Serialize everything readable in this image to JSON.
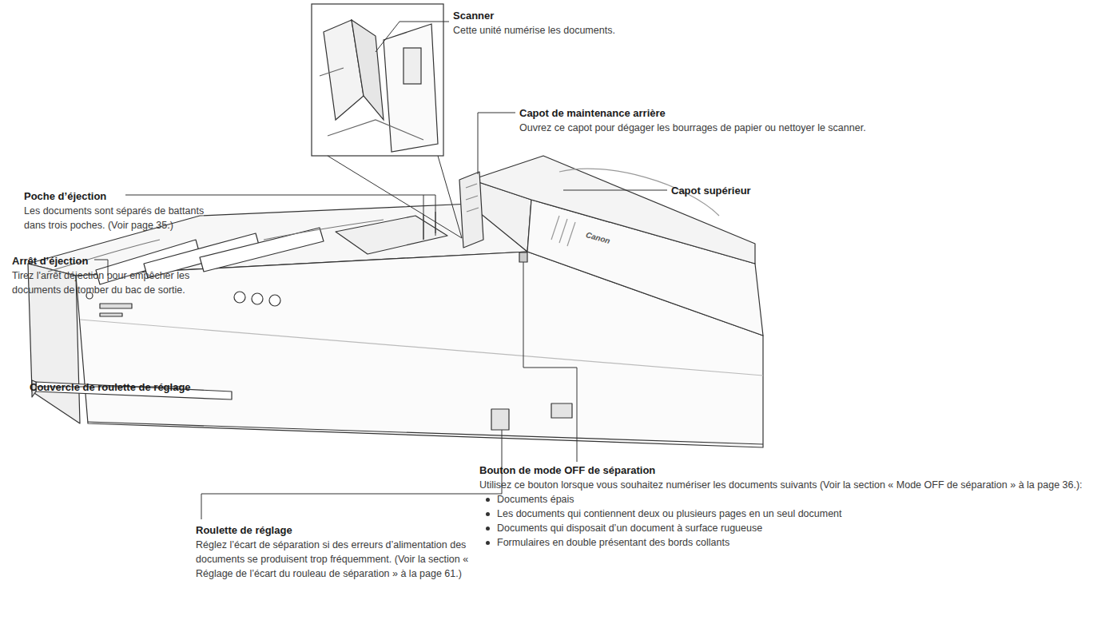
{
  "diagram": {
    "labels": [
      "Scanner",
      "Cette unité numérise les documents.",
      "Capot de maintenance arrière",
      "Ouvrez ce capot pour dégager les bourrages de papier ou nettoyer le scanner.",
      "Capot supérieur",
      "Poche d’éjection",
      "Les documents sont séparés de battants dans trois poches. (Voir page 35.)",
      "Arrêt d’éjection",
      "Tirez l'arrêt déjection pour empêcher les documents de tomber du bac de sortie.",
      "Couvercle de roulette de réglage",
      "Roulette de réglage",
      "Réglez l’écart de séparation si des erreurs d’alimentation des documents se produisent trop fréquemment. (Voir la section « Réglage de l’écart du rouleau de séparation » à la page 61.)",
      "Bouton de mode OFF de séparation",
      "Utilisez ce bouton lorsque vous souhaitez numériser les documents suivants (Voir la section « Mode OFF de séparation » à la page 36.):",
      "Documents épais",
      "Les documents qui contiennent deux ou plusieurs pages en un seul document",
      "Documents qui disposait d’un document à surface rugueuse",
      "Formulaires en double présentant des bords collants",
      "Canon"
    ]
  }
}
